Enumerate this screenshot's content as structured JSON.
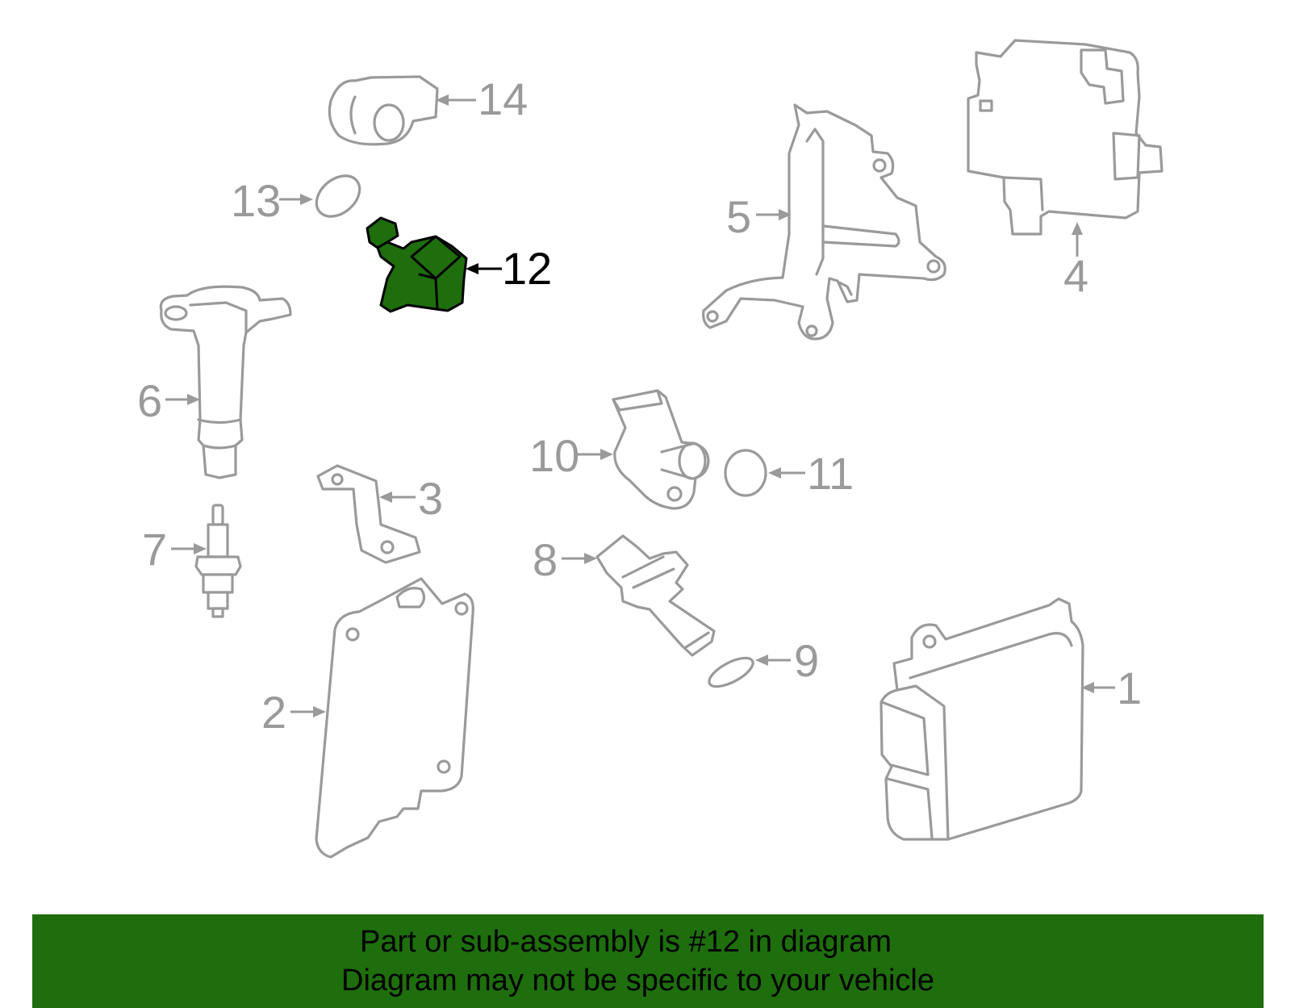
{
  "highlight": {
    "part_number": "12",
    "color": "#1e6e0d"
  },
  "parts": [
    {
      "number": "1",
      "name": "engine-control-module"
    },
    {
      "number": "2",
      "name": "ecm-cover-plate"
    },
    {
      "number": "3",
      "name": "mounting-bracket"
    },
    {
      "number": "4",
      "name": "module-cover"
    },
    {
      "number": "5",
      "name": "support-bracket"
    },
    {
      "number": "6",
      "name": "ignition-coil"
    },
    {
      "number": "7",
      "name": "spark-plug"
    },
    {
      "number": "8",
      "name": "crankshaft-position-sensor"
    },
    {
      "number": "9",
      "name": "sensor-o-ring"
    },
    {
      "number": "10",
      "name": "camshaft-position-sensor"
    },
    {
      "number": "11",
      "name": "camshaft-sensor-o-ring"
    },
    {
      "number": "12",
      "name": "position-sensor"
    },
    {
      "number": "13",
      "name": "knock-sensor-o-ring"
    },
    {
      "number": "14",
      "name": "knock-sensor"
    }
  ],
  "banner": {
    "line1": "Part or sub-assembly is #12 in diagram",
    "line2": "Diagram may not be specific to your vehicle",
    "background": "#1e6e0d"
  },
  "colors": {
    "part_outline": "#9a9a9a",
    "highlight_fill": "#1e6e0d",
    "highlight_outline": "#000000"
  }
}
